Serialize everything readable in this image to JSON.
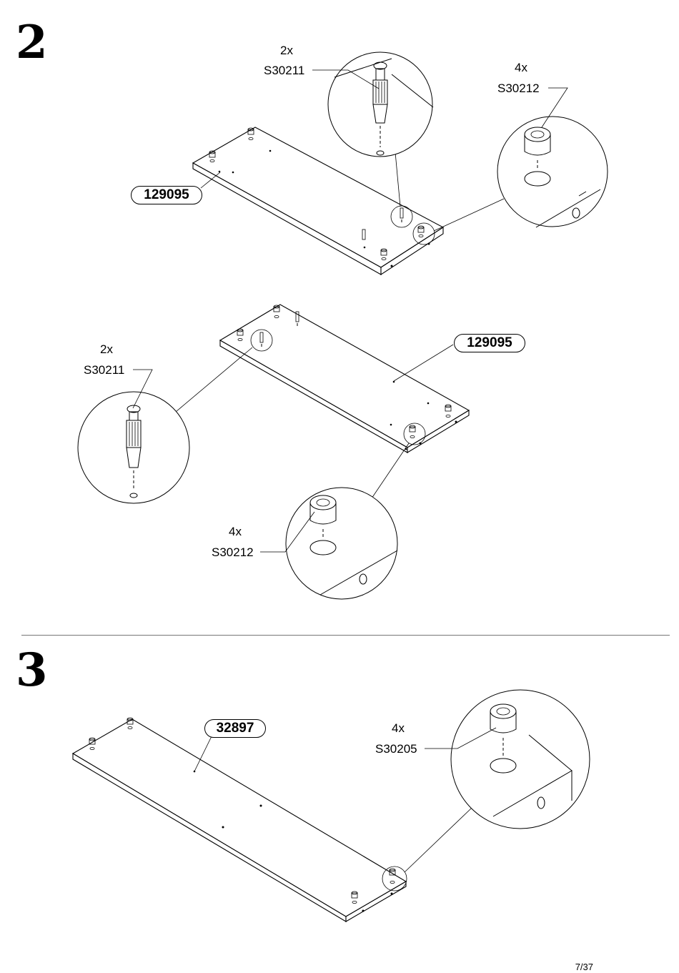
{
  "steps": [
    {
      "number": "2",
      "panels": [
        {
          "part_number": "129095",
          "callouts": [
            {
              "qty": "2x",
              "part": "S30211"
            },
            {
              "qty": "4x",
              "part": "S30212"
            }
          ]
        },
        {
          "part_number": "129095",
          "callouts": [
            {
              "qty": "2x",
              "part": "S30211"
            },
            {
              "qty": "4x",
              "part": "S30212"
            }
          ]
        }
      ]
    },
    {
      "number": "3",
      "panels": [
        {
          "part_number": "32897",
          "callouts": [
            {
              "qty": "4x",
              "part": "S30205"
            }
          ]
        }
      ]
    }
  ],
  "page": "7/37",
  "icons": [
    "dowel-icon",
    "cam-lock-icon",
    "zoom-circle-icon"
  ]
}
